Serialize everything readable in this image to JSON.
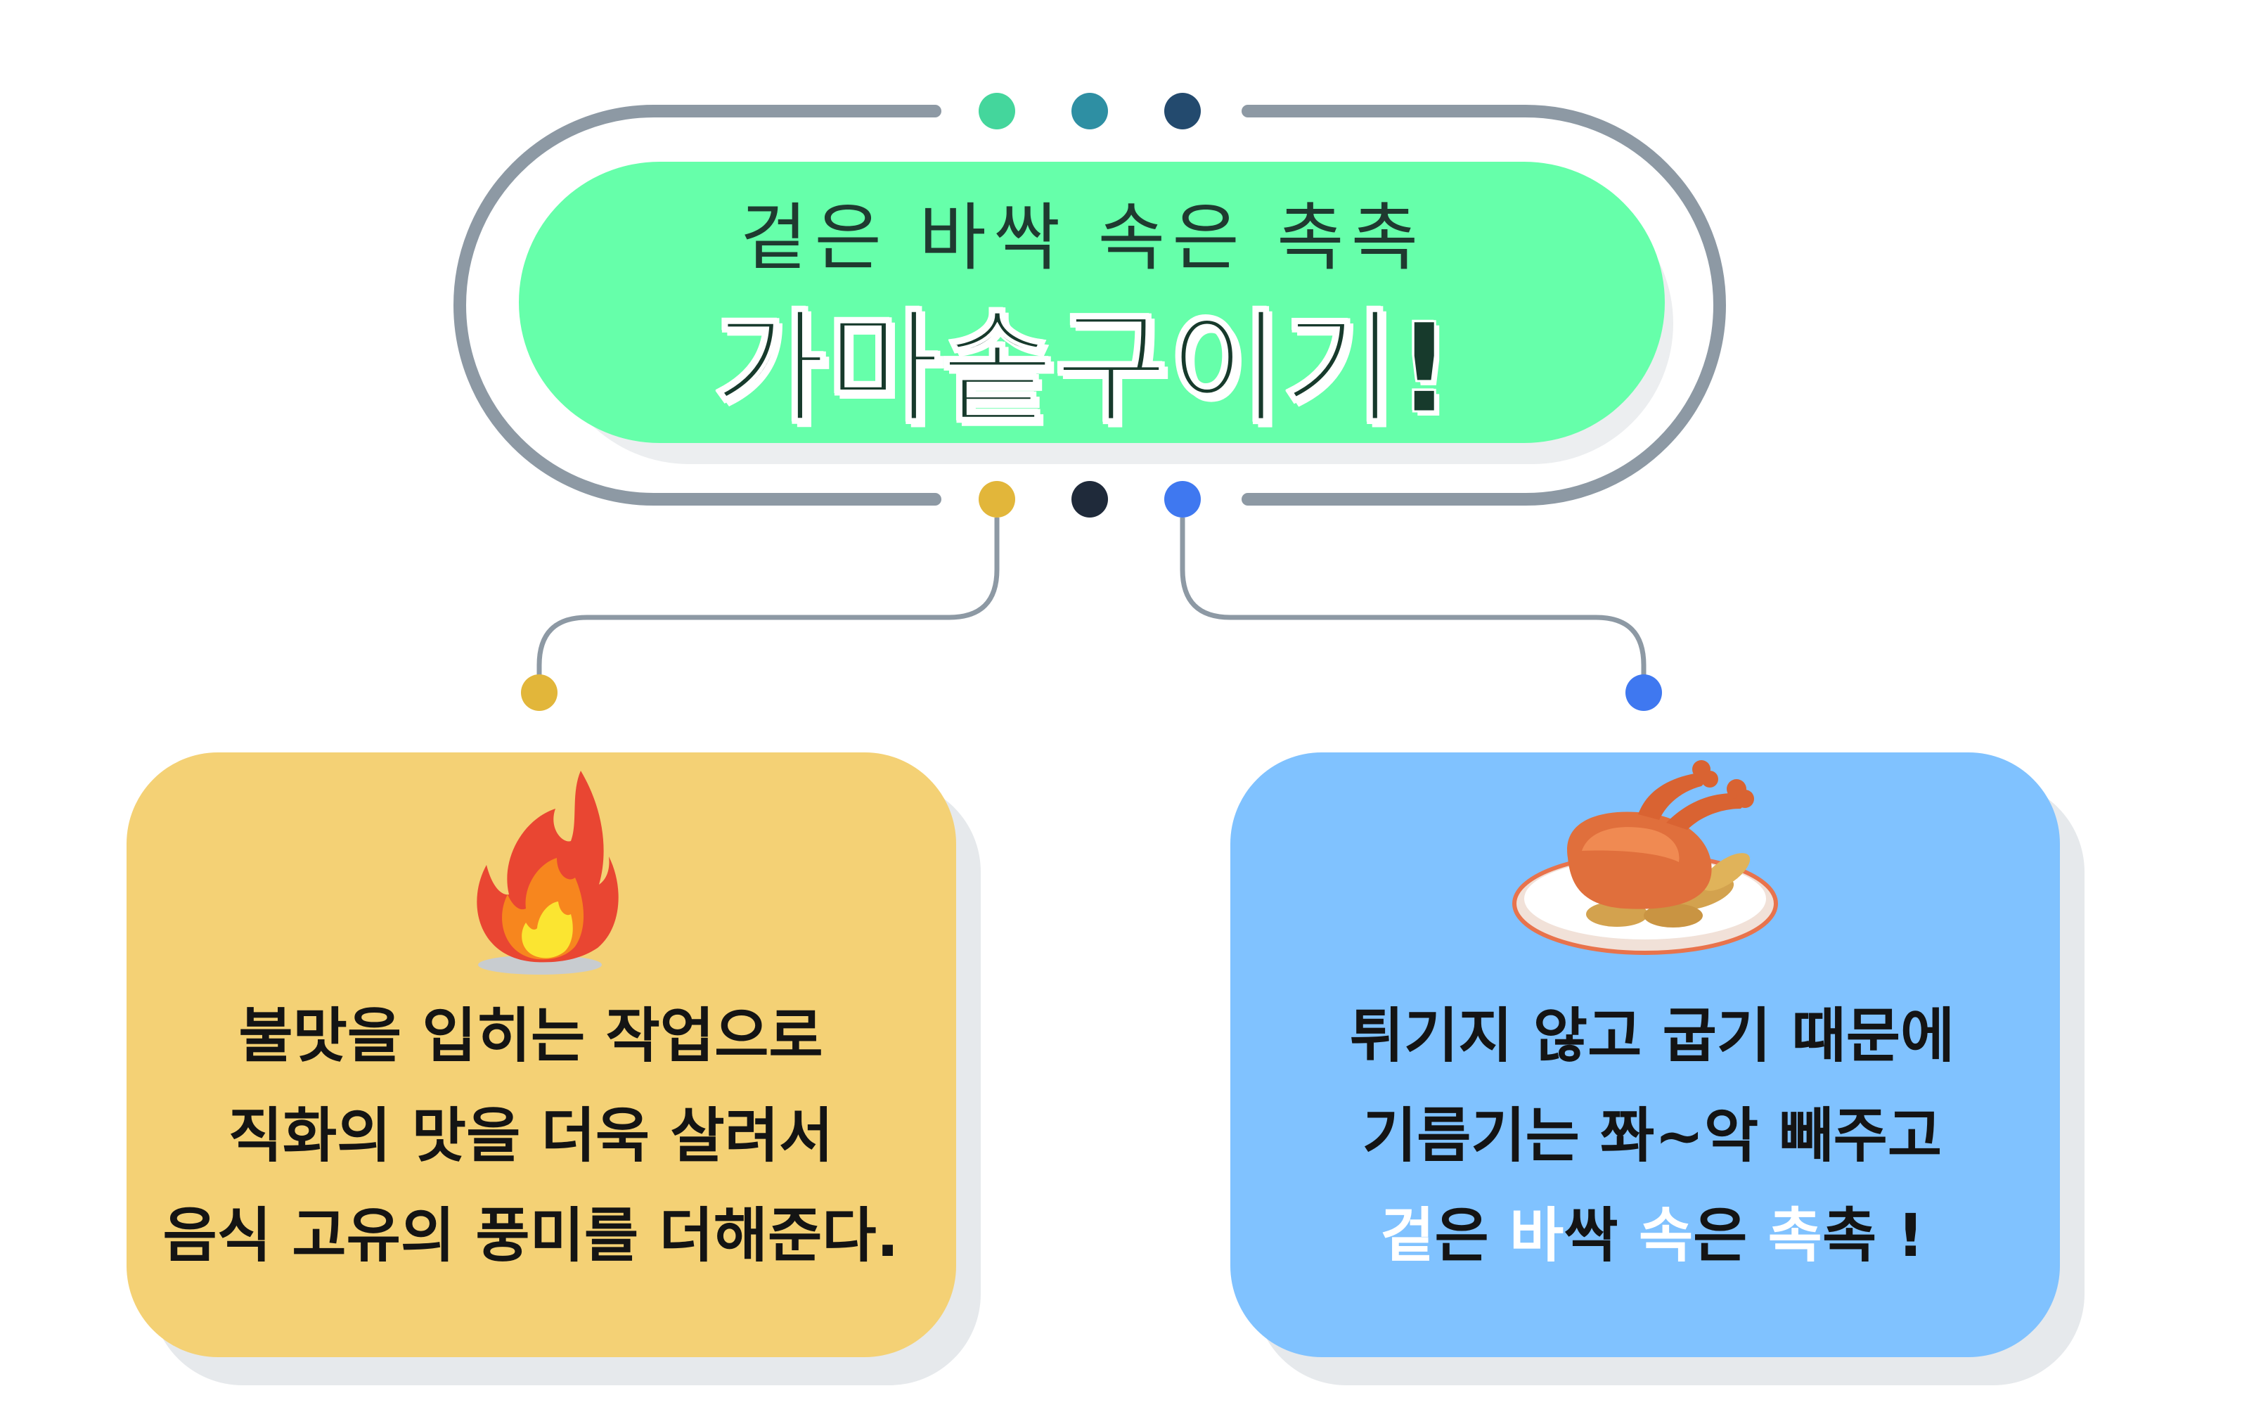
{
  "title": {
    "subtitle": "겉은 바싹 속은 촉촉",
    "main": "가마솥구이기!"
  },
  "left_card": {
    "icon": "fire-icon",
    "lines": [
      "불맛을 입히는 작업으로",
      "직화의 맛을 더욱 살려서",
      "음식 고유의 풍미를 더해준다."
    ]
  },
  "right_card": {
    "icon": "roast-chicken-icon",
    "lines": [
      "튀기지 않고 굽기 때문에",
      "기름기는 쫘~악 빼주고"
    ],
    "last_line": {
      "w1_a": "겉",
      "w1_b": "은",
      "w2_a": "바",
      "w2_b": "싹",
      "w3_a": "속",
      "w3_b": "은",
      "w4_a": "촉",
      "w4_b": "촉",
      "end": "!"
    }
  },
  "colors": {
    "title_pill": "#66ffaa",
    "left_card": "#f4d175",
    "right_card": "#80c2ff",
    "connector": "#8d99a4",
    "dot_top": [
      "#44d69c",
      "#2e8fa3",
      "#234a6e"
    ],
    "dot_bottom": [
      "#e2b63a",
      "#1f2a3a",
      "#3f78f0"
    ]
  }
}
